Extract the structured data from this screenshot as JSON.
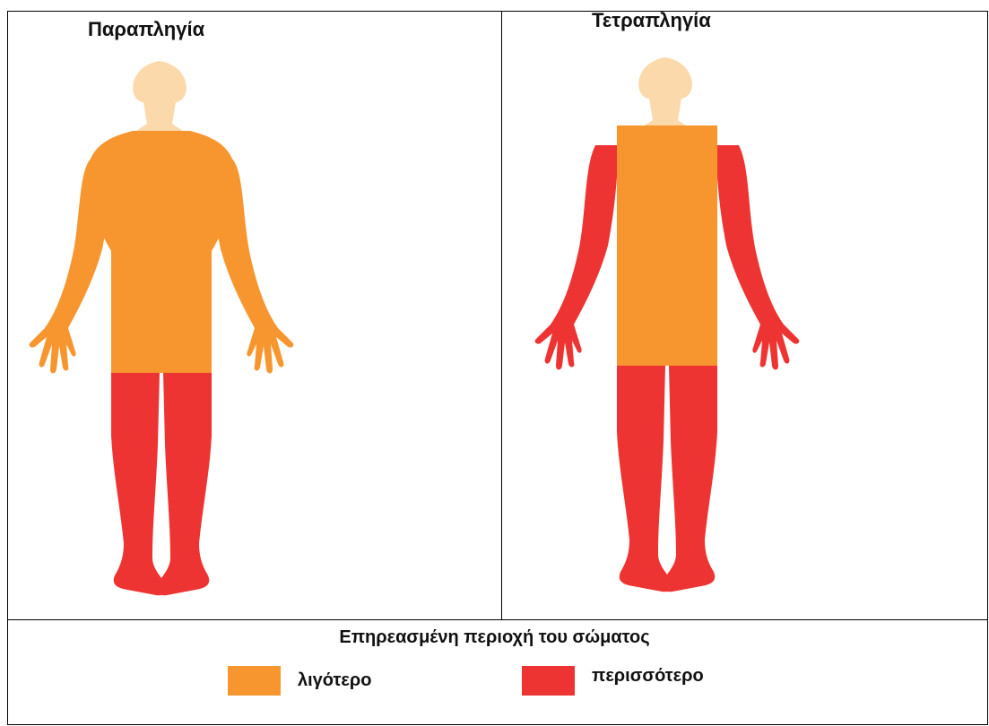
{
  "panels": {
    "left": {
      "title": "Παραπληγία"
    },
    "right": {
      "title": "Τετραπληγία"
    }
  },
  "legend": {
    "title": "Επηρεασμένη περιοχή του σώματος",
    "items": [
      {
        "label": "λιγότερο",
        "color": "#F7962E"
      },
      {
        "label": "περισσότερο",
        "color": "#EE3432"
      }
    ]
  },
  "colors": {
    "head": "#FBD9AB",
    "less_affected": "#F7962E",
    "more_affected": "#EE3432"
  }
}
